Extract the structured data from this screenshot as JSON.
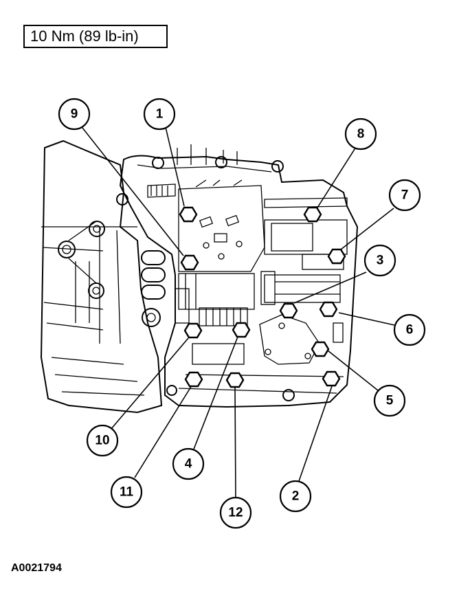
{
  "torque_spec": "10 Nm (89 lb-in)",
  "figure_id": "A0021794",
  "callouts": [
    {
      "id": "9",
      "label": "9"
    },
    {
      "id": "1",
      "label": "1"
    },
    {
      "id": "8",
      "label": "8"
    },
    {
      "id": "7",
      "label": "7"
    },
    {
      "id": "3",
      "label": "3"
    },
    {
      "id": "6",
      "label": "6"
    },
    {
      "id": "5",
      "label": "5"
    },
    {
      "id": "10",
      "label": "10"
    },
    {
      "id": "4",
      "label": "4"
    },
    {
      "id": "11",
      "label": "11"
    },
    {
      "id": "12",
      "label": "12"
    },
    {
      "id": "2",
      "label": "2"
    }
  ]
}
